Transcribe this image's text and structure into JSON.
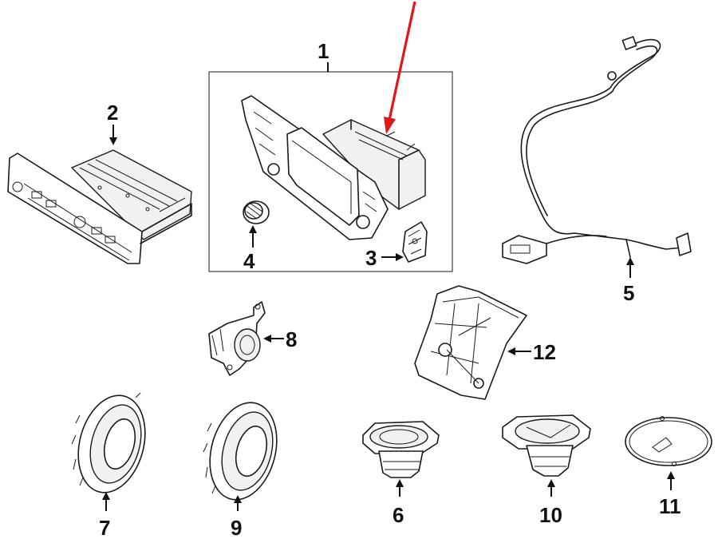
{
  "diagram": {
    "callouts": [
      "1",
      "2",
      "3",
      "4",
      "5",
      "6",
      "7",
      "8",
      "9",
      "10",
      "11",
      "12"
    ],
    "highlight_color": "#e01818",
    "line_color": "#1a1a1a"
  }
}
